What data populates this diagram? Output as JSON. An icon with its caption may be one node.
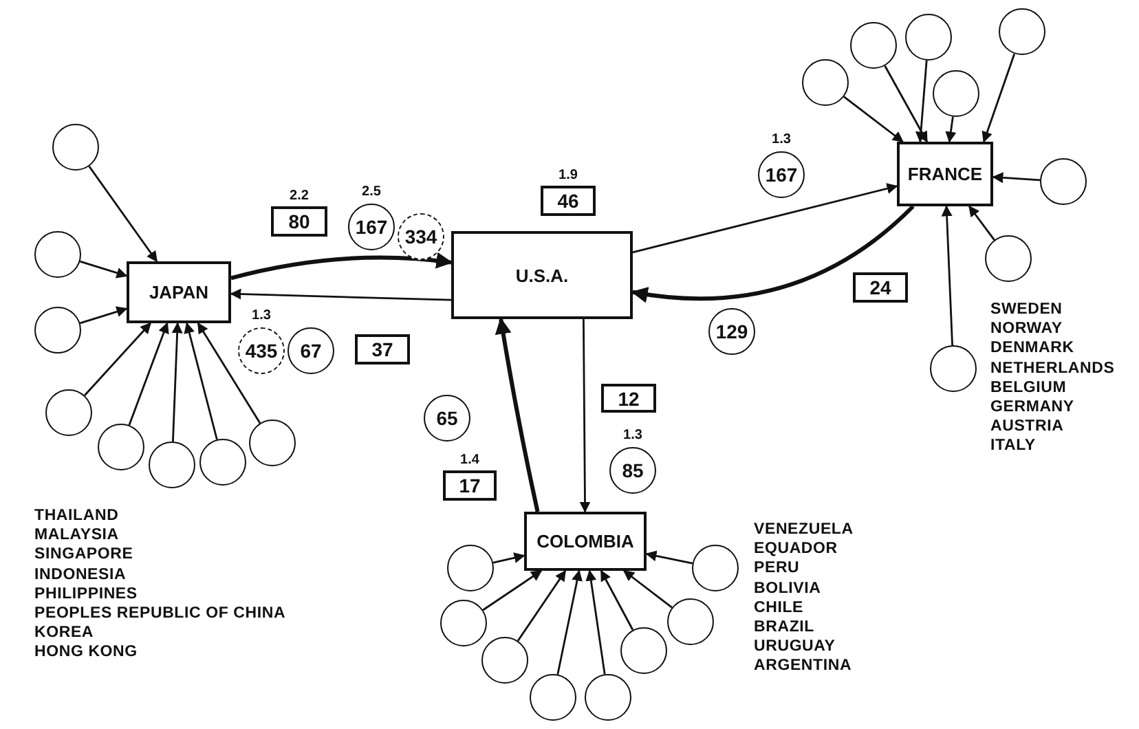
{
  "diagram": {
    "nodes": [
      {
        "text": [
          "JAPAN"
        ]
      },
      {
        "text": [
          "U.S.A."
        ]
      },
      {
        "text": [
          "FRANCE"
        ]
      },
      {
        "text": [
          "COLOMBIA"
        ]
      },
      {
        "text": [
          "2.2",
          "80"
        ]
      },
      {
        "text": [
          "2.5",
          "167"
        ]
      },
      {
        "text": [
          "334"
        ]
      },
      {
        "text": [
          "1.3",
          "435"
        ]
      },
      {
        "text": [
          "67"
        ]
      },
      {
        "text": [
          "37"
        ]
      },
      {
        "text": [
          "1.9",
          "46"
        ]
      },
      {
        "text": [
          "1.3",
          "167"
        ]
      },
      {
        "text": [
          "24"
        ]
      },
      {
        "text": [
          "129"
        ]
      },
      {
        "text": [
          "12"
        ]
      },
      {
        "text": [
          "1.3",
          "85"
        ]
      },
      {
        "text": [
          "65"
        ]
      },
      {
        "text": [
          "1.4",
          "17"
        ]
      },
      {
        "text": [],
        "shape": "circle"
      },
      {
        "text": [],
        "shape": "circle"
      },
      {
        "text": [],
        "shape": "circle"
      },
      {
        "text": [],
        "shape": "circle"
      },
      {
        "text": [],
        "shape": "circle"
      },
      {
        "text": [],
        "shape": "circle"
      },
      {
        "text": [],
        "shape": "circle"
      },
      {
        "text": [],
        "shape": "circle"
      },
      {
        "text": [],
        "shape": "circle"
      },
      {
        "text": [],
        "shape": "circle"
      },
      {
        "text": [],
        "shape": "circle"
      },
      {
        "text": [],
        "shape": "circle"
      },
      {
        "text": [],
        "shape": "circle"
      },
      {
        "text": [],
        "shape": "circle"
      },
      {
        "text": [],
        "shape": "circle"
      },
      {
        "text": [],
        "shape": "circle"
      },
      {
        "text": [],
        "shape": "circle"
      },
      {
        "text": [],
        "shape": "circle"
      },
      {
        "text": [],
        "shape": "circle"
      },
      {
        "text": [],
        "shape": "circle"
      },
      {
        "text": [],
        "shape": "circle"
      },
      {
        "text": [],
        "shape": "circle"
      },
      {
        "text": [],
        "shape": "circle"
      },
      {
        "text": [],
        "shape": "circle"
      }
    ],
    "edges": [
      {
        "from": 0,
        "to": 1,
        "arrow": "to",
        "style": "thick"
      },
      {
        "from": 1,
        "to": 0,
        "arrow": "to"
      },
      {
        "from": 1,
        "to": 2,
        "arrow": "to"
      },
      {
        "from": 2,
        "to": 1,
        "arrow": "to",
        "style": "thick"
      },
      {
        "from": 1,
        "to": 3,
        "arrow": "to"
      },
      {
        "from": 3,
        "to": 1,
        "arrow": "to",
        "style": "thick"
      },
      {
        "from": 18,
        "to": 0,
        "arrow": "to"
      },
      {
        "from": 19,
        "to": 0,
        "arrow": "to"
      },
      {
        "from": 20,
        "to": 0,
        "arrow": "to"
      },
      {
        "from": 21,
        "to": 0,
        "arrow": "to"
      },
      {
        "from": 22,
        "to": 0,
        "arrow": "to"
      },
      {
        "from": 23,
        "to": 0,
        "arrow": "to"
      },
      {
        "from": 24,
        "to": 0,
        "arrow": "to"
      },
      {
        "from": 25,
        "to": 0,
        "arrow": "to"
      },
      {
        "from": 26,
        "to": 2,
        "arrow": "to"
      },
      {
        "from": 27,
        "to": 2,
        "arrow": "to"
      },
      {
        "from": 28,
        "to": 2,
        "arrow": "to"
      },
      {
        "from": 29,
        "to": 2,
        "arrow": "to"
      },
      {
        "from": 30,
        "to": 2,
        "arrow": "to"
      },
      {
        "from": 31,
        "to": 2,
        "arrow": "to"
      },
      {
        "from": 32,
        "to": 2,
        "arrow": "to"
      },
      {
        "from": 33,
        "to": 2,
        "arrow": "to"
      },
      {
        "from": 34,
        "to": 3,
        "arrow": "to"
      },
      {
        "from": 35,
        "to": 3,
        "arrow": "to"
      },
      {
        "from": 36,
        "to": 3,
        "arrow": "to"
      },
      {
        "from": 37,
        "to": 3,
        "arrow": "to"
      },
      {
        "from": 38,
        "to": 3,
        "arrow": "to"
      },
      {
        "from": 39,
        "to": 3,
        "arrow": "to"
      },
      {
        "from": 40,
        "to": 3,
        "arrow": "to"
      },
      {
        "from": 41,
        "to": 3,
        "arrow": "to"
      }
    ],
    "labels": [
      "THAILAND",
      "MALAYSIA",
      "SINGAPORE",
      "INDONESIA",
      "PHILIPPINES",
      "PEOPLES REPUBLIC OF CHINA",
      "KOREA",
      "HONG KONG",
      "SWEDEN",
      "NORWAY",
      "DENMARK",
      "NETHERLANDS",
      "BELGIUM",
      "GERMANY",
      "AUSTRIA",
      "ITALY",
      "VENEZUELA",
      "EQUADOR",
      "PERU",
      "BOLIVIA",
      "CHILE",
      "BRAZIL",
      "URUGUAY",
      "ARGENTINA"
    ]
  }
}
